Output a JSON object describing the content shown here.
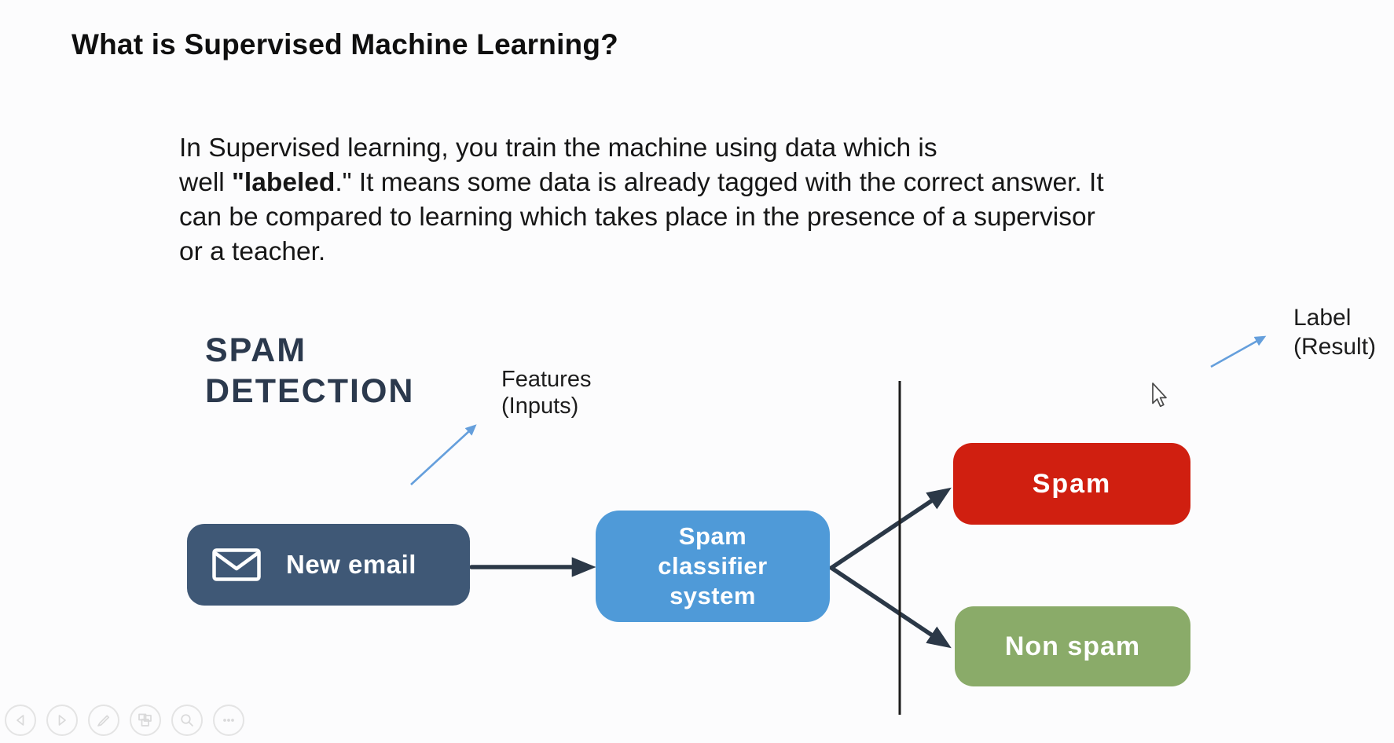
{
  "slide": {
    "title": "What is Supervised Machine Learning?",
    "paragraph": {
      "line1": "In Supervised learning, you train the machine using data which is",
      "line2_pre": "well ",
      "line2_bold": "\"labeled",
      "line2_post": ".\" It means some data is already tagged with the correct answer. It",
      "line3": "can be compared to learning which takes place in the presence of a supervisor",
      "line4": "or a teacher."
    },
    "diagram": {
      "heading": {
        "line1": "SPAM",
        "line2": "DETECTION"
      },
      "features_annotation": {
        "line1": "Features",
        "line2": "(Inputs)"
      },
      "label_annotation": {
        "line1": "Label",
        "line2": "(Result)"
      },
      "new_email": "New email",
      "classifier": {
        "line1": "Spam",
        "line2": "classifier",
        "line3": "system"
      },
      "spam": "Spam",
      "non_spam": "Non spam"
    }
  },
  "toolbar": {
    "buttons": [
      {
        "name": "previous-slide",
        "icon": "chevron-left-icon"
      },
      {
        "name": "next-slide",
        "icon": "chevron-right-icon"
      },
      {
        "name": "pen-tools",
        "icon": "pen-icon"
      },
      {
        "name": "see-all-slides",
        "icon": "slides-grid-icon"
      },
      {
        "name": "zoom-slide",
        "icon": "magnifier-icon"
      },
      {
        "name": "more-options",
        "icon": "ellipsis-icon"
      }
    ]
  },
  "cursor": {
    "name": "mouse-pointer"
  },
  "theme": {
    "background": "#fcfcfd",
    "text": "#141414",
    "heading_navy": "#2b394d",
    "new_email_bg": "#3f5876",
    "classifier_bg": "#4f9ad8",
    "spam_bg": "#d01f10",
    "non_spam_bg": "#8aab69",
    "dark_arrow": "#2b3847",
    "blue_arrow": "#659fdc",
    "divider": "#1c1c1c",
    "toolbar_gray": "#d4d4d4"
  }
}
